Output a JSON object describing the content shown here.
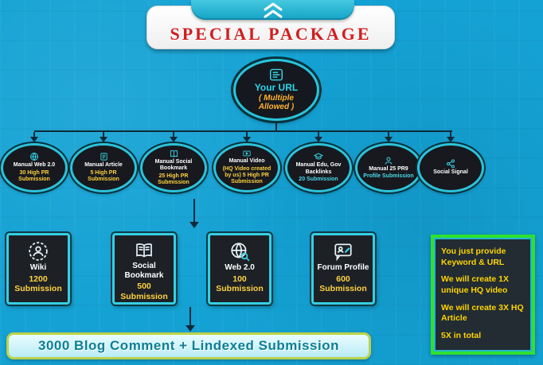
{
  "header": {
    "title": "SPECIAL PACKAGE"
  },
  "root": {
    "title": "Your URL",
    "subtitle": "( Multiple Allowed )"
  },
  "tier1": [
    {
      "icon": "globe-icon",
      "title": "Manual Web 2.0",
      "detail": "30 High PR Submission"
    },
    {
      "icon": "article-icon",
      "title": "Manual Article",
      "detail": "5 High PR Submission"
    },
    {
      "icon": "bookmark-icon",
      "title": "Manual Social Bookmark",
      "detail": "25 High PR Submission"
    },
    {
      "icon": "video-icon",
      "title": "Manual Video",
      "detail": "(HQ Video created by us) 5 High PR Submission"
    },
    {
      "icon": "edu-icon",
      "title": "Manual Edu, Gov Backlinks",
      "detail": "20 Submission"
    },
    {
      "icon": "profile-icon",
      "title": "Manual 25 PR9",
      "detail": "Profile Submission"
    },
    {
      "icon": "social-icon",
      "title": "Social Signal",
      "detail": ""
    }
  ],
  "tier2": [
    {
      "icon": "wiki-user-icon",
      "title": "Wiki",
      "detail": "1200 Submission"
    },
    {
      "icon": "open-book-icon",
      "title": "Social Bookmark",
      "detail": "500 Submission"
    },
    {
      "icon": "globe-search-icon",
      "title": "Web 2.0",
      "detail": "100 Submission"
    },
    {
      "icon": "forum-icon",
      "title": "Forum Profile",
      "detail": "600 Submission"
    }
  ],
  "bottom_banner": {
    "text": "3000 Blog Comment + Lindexed Submission"
  },
  "info_box": {
    "lines": [
      "You just provide Keyword & URL",
      "We will create 1X unique HQ video",
      "We will create 3X HQ Article",
      "5X in total"
    ]
  },
  "colors": {
    "background": "#14a2d4",
    "node_border_teal": "#2cc3da",
    "node_fill_dark": "#17191e",
    "highlight_yellow": "#ffd23e",
    "highlight_teal": "#4ad9ec",
    "title_red": "#d01f1f",
    "root_subtitle_orange": "#ffb12f",
    "infobox_border_green": "#2fe12f",
    "infobox_text_yellow": "#ffd400",
    "banner_text_teal": "#0b7f95",
    "banner_border_green": "#bcd24a",
    "connector_dark": "#0e2a38"
  }
}
